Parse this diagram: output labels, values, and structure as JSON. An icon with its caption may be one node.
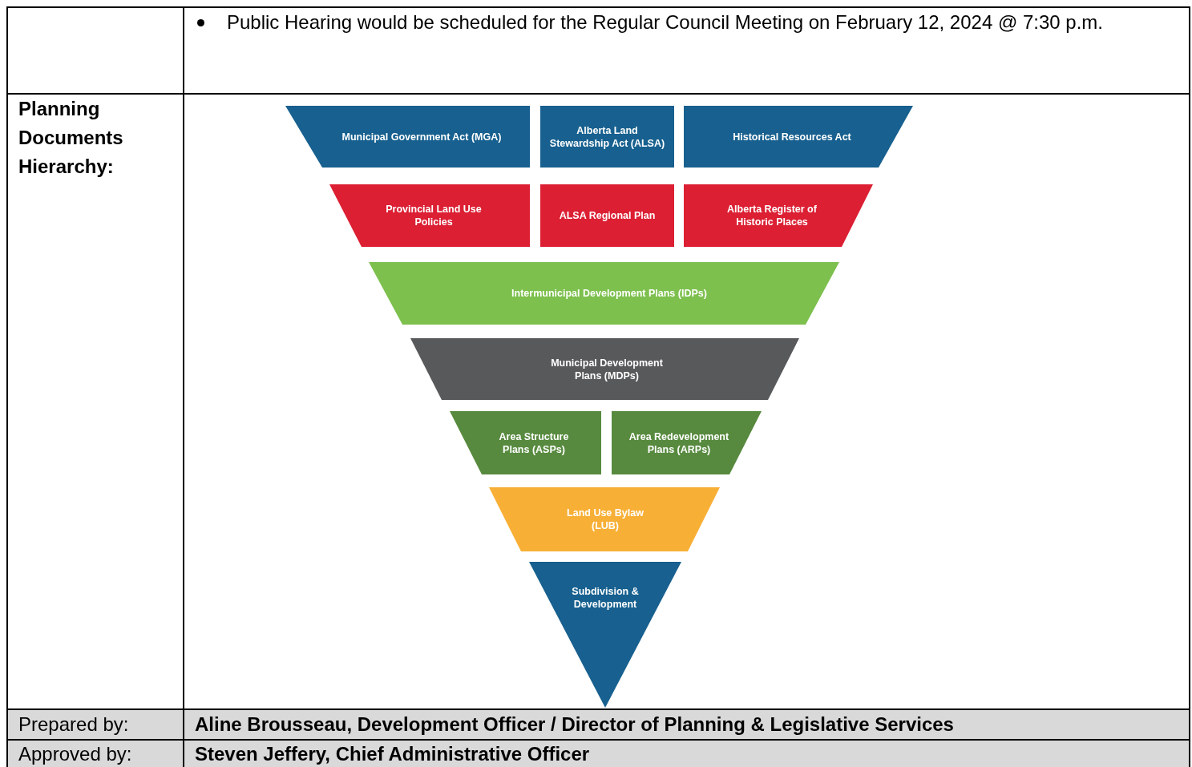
{
  "diagram": {
    "nodes": [
      {
        "text": [
          "Municipal Government Act (MGA)"
        ]
      },
      {
        "text": [
          "Alberta Land Stewardship Act (ALSA)"
        ]
      },
      {
        "text": [
          "Historical Resources Act"
        ]
      },
      {
        "text": [
          "Provincial Land Use Policies"
        ]
      },
      {
        "text": [
          "ALSA Regional Plan"
        ]
      },
      {
        "text": [
          "Alberta Register of Historic Places"
        ]
      },
      {
        "text": [
          "Intermunicipal Development Plans (IDPs)"
        ]
      },
      {
        "text": [
          "Municipal Development Plans (MDPs)"
        ]
      },
      {
        "text": [
          "Area Structure Plans (ASPs)"
        ]
      },
      {
        "text": [
          "Area Redevelopment Plans (ARPs)"
        ]
      },
      {
        "text": [
          "Land Use Bylaw (LUB)"
        ]
      },
      {
        "text": [
          "Subdivision & Development"
        ]
      }
    ],
    "labels": [
      "Public Hearing would be scheduled for the Regular Council Meeting on February 12, 2024 @ 7:30 p.m.",
      "Planning Documents Hierarchy:",
      "Prepared by:",
      "Aline Brousseau, Development Officer / Director of Planning & Legislative Services",
      "Approved by:",
      "Steven Jeffery, Chief Administrative Officer"
    ]
  }
}
